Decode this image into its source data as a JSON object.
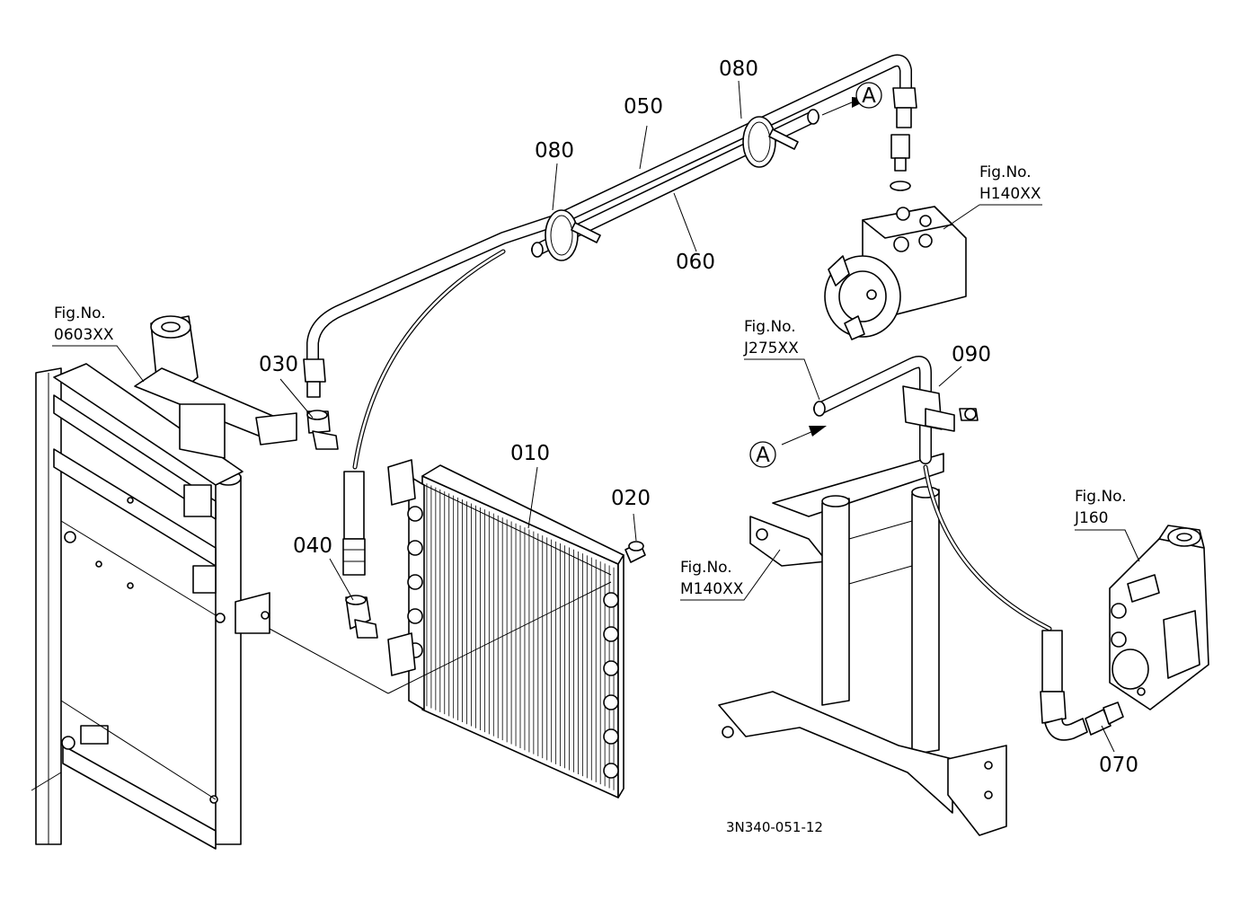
{
  "part_labels": {
    "p010": "010",
    "p020": "020",
    "p030": "030",
    "p040": "040",
    "p050": "050",
    "p060": "060",
    "p070": "070",
    "p080a": "080",
    "p080b": "080",
    "p090": "090"
  },
  "figure_refs": {
    "fig_label": "Fig.No.",
    "f0603": "0603XX",
    "fH140": "H140XX",
    "fJ275": "J275XX",
    "fM140": "M140XX",
    "fJ160": "J160"
  },
  "connection_marker": "A",
  "diagram_code": "3N340-051-12"
}
